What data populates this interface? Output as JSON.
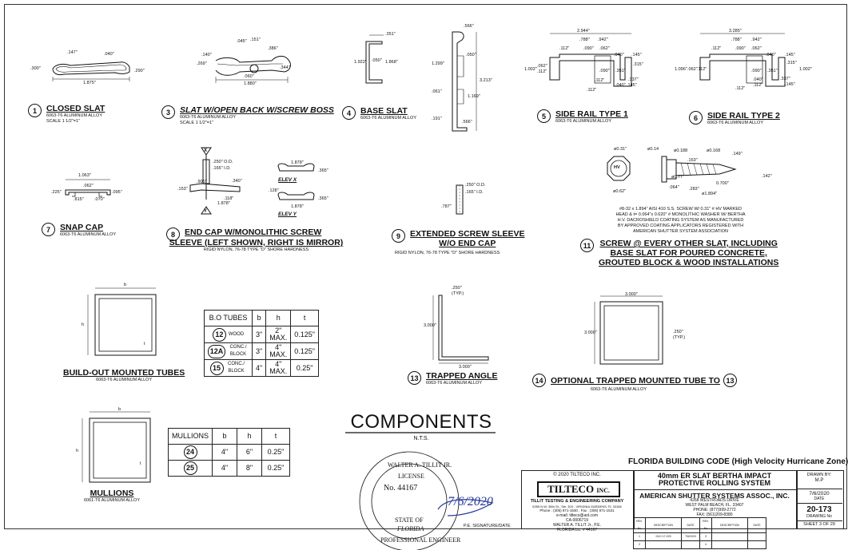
{
  "sheet": {
    "main_title": "COMPONENTS",
    "main_subtitle": "N.T.S.",
    "code_header": "FLORIDA BUILDING CODE (High Velocity Hurricane Zone)"
  },
  "details": {
    "d1": {
      "num": "1",
      "title": "CLOSED SLAT",
      "sub1": "6063-T6 ALUMINUM ALLOY",
      "sub2": "SCALE 1 1/2\"=1\"",
      "dims": [
        ".147\"",
        ".040\"",
        ".300\"",
        ".290\"",
        "1.875\""
      ]
    },
    "d3": {
      "num": "3",
      "title": "SLAT W/OPEN BACK W/SCREW BOSS",
      "sub1": "6063-T6 ALUMINUM ALLOY",
      "sub2": "SCALE 1 1/2\"=1\"",
      "dims": [
        ".045\"",
        ".151\"",
        ".140\"",
        ".386\"",
        ".269\"",
        ".344\"",
        ".060\"",
        "1.880\""
      ]
    },
    "d4": {
      "num": "4",
      "title": "BASE SLAT",
      "sub1": "6063-T6 ALUMINUM ALLOY",
      "dims": [
        ".351\"",
        "1.922\"",
        ".050\"",
        "1.868\"",
        ".566\"",
        ".050\"",
        "1.299\"",
        "3.213\"",
        ".061\"",
        "1.169\"",
        ".191\"",
        ".566\""
      ]
    },
    "d5": {
      "num": "5",
      "title": "SIDE RAIL TYPE 1",
      "sub1": "6063-T6 ALUMINUM ALLOY",
      "dims": [
        "2.944\"",
        ".788\"",
        ".942\"",
        ".112\"",
        ".090\"",
        ".062\"",
        ".040\"",
        ".145\"",
        "1.002\"",
        ".062\"",
        ".112\"",
        ".315\"",
        ".090\"",
        ".351\"",
        ".337\"",
        ".112\"",
        ".040\"",
        ".145\"",
        ".112\""
      ]
    },
    "d6": {
      "num": "6",
      "title": "SIDE RAIL TYPE 2",
      "sub1": "6063-T6 ALUMINUM ALLOY",
      "dims": [
        "3.285\"",
        ".788\"",
        ".942\"",
        ".112\"",
        ".090\"",
        ".062\"",
        ".040\"",
        ".145\"",
        "1.096\"",
        ".062\"",
        ".112\"",
        ".315\"",
        ".090\"",
        ".351\"",
        "1.002\"",
        ".337\"",
        ".040\"",
        ".145\"",
        ".112\"",
        ".112\""
      ]
    },
    "d7": {
      "num": "7",
      "title": "SNAP CAP",
      "sub1": "6063-T6 ALUMINUM ALLOY",
      "dims": [
        "1.063\"",
        ".062\"",
        ".225\"",
        ".095\"",
        ".815\"",
        ".070\""
      ]
    },
    "d8": {
      "num": "8",
      "title": "END CAP W/MONOLITHIC SCREW",
      "title2": "SLEEVE (LEFT SHOWN, RIGHT IS MIRROR)",
      "sub1": "RIGID NYLON, 76-78 TYPE \"D\" SHORE HARDNESS",
      "dims": [
        ".250\" O.D.",
        ".165\" I.D.",
        ".153\"",
        ".906\"",
        ".340\"",
        ".118\"",
        "1.878\"",
        "1.878\"",
        ".365\"",
        ".128\"",
        ".365\"",
        "1.878\""
      ],
      "elev_x": "ELEV X",
      "elev_y": "ELEV Y",
      "mark_x": "X",
      "mark_y": "Y"
    },
    "d9": {
      "num": "9",
      "title": "EXTENDED SCREW SLEEVE",
      "title2": "W/O END CAP",
      "sub1": "RIGID NYLON, 76-78 TYPE \"D\" SHORE HARDNESS",
      "dims": [
        ".250\" O.D.",
        ".165\" I.D.",
        ".787\""
      ]
    },
    "d11": {
      "num": "11",
      "title": "SCREW @ EVERY OTHER SLAT, INCLUDING",
      "title2": "BASE SLAT FOR POURED CONCRETE,",
      "title3": "GROUTED BLOCK & WOOD INSTALLATIONS",
      "note": [
        "#8-32 x 1.894\" AISI 410 S.S. SCREW W/ 0.31\" # HV MARKED",
        "HEAD & t= 0.064\"x 0.620\" # MONOLITHIC WASHER W/ BERTHA",
        "H.V. DACROSHIELD COATING SYSTEM AS MANUFACTURED",
        "BY APPROVED COATING APPLICATORS REGISTERED WITH",
        "AMERICAN SHUTTER SYSTEM ASSOCIATION"
      ],
      "dims": [
        "ø0.31\"",
        "ø0.14",
        "ø0.188",
        "ø0.168",
        ".149\"",
        ".163\"",
        "ø0.77\"",
        "0.700\"",
        ".142\"",
        ".064\"",
        ".283\"",
        "ø0.62\"",
        "ø1.894\""
      ],
      "hv": "HV"
    },
    "d12": {
      "title": "BUILD-OUT MOUNTED TUBES",
      "sub1": "6063-T6 ALUMINUM ALLOY",
      "dims": [
        "b",
        "h",
        "t"
      ]
    },
    "d13": {
      "num": "13",
      "title": "TRAPPED ANGLE",
      "sub1": "6063-T6 ALUMINUM ALLOY",
      "dims": [
        ".250\"",
        "(TYP.)",
        "3.000\"",
        "3.000\""
      ]
    },
    "d14": {
      "num": "14",
      "title": "OPTIONAL TRAPPED MOUNTED TUBE TO",
      "ref": "13",
      "sub1": "6063-T6 ALUMINUM ALLOY",
      "dims": [
        "3.000\"",
        "3.000\"",
        ".250\"",
        "(TYP.)"
      ]
    },
    "d24": {
      "title": "MULLIONS",
      "sub1": "6061-T6 ALUMINUM ALLOY",
      "dims": [
        "b",
        "h",
        "t"
      ]
    }
  },
  "tubes_table": {
    "headers": [
      "B.O TUBES",
      "b",
      "h",
      "t"
    ],
    "rows": [
      {
        "num": "12",
        "label": "WOOD",
        "b": "3\"",
        "h": "2\" MAX.",
        "t": "0.125\""
      },
      {
        "num": "12A",
        "label": "CONC./ BLOCK",
        "b": "3\"",
        "h": "4\" MAX.",
        "t": "0.125\""
      },
      {
        "num": "15",
        "label": "CONC./ BLOCK",
        "b": "4\"",
        "h": "4\" MAX.",
        "t": "0.25\""
      }
    ]
  },
  "mullions_table": {
    "headers": [
      "MULLIONS",
      "b",
      "h",
      "t"
    ],
    "rows": [
      {
        "num": "24",
        "b": "4\"",
        "h": "6\"",
        "t": "0.25\""
      },
      {
        "num": "25",
        "b": "4\"",
        "h": "8\"",
        "t": "0.25\""
      }
    ]
  },
  "title_block": {
    "copyright": "© 2020 TILTECO INC.",
    "logo": "TILTECO",
    "logo_inc": "INC.",
    "company": "TILLIT TESTING & ENGINEERING COMPANY",
    "address": "6355 N.W. 36th St., Ste. 303 - VIRGINIA GARDENS, FL 33166",
    "phone": "Phone : (305) 871-1530 , Fax : (305) 871-1531",
    "email": "e-mail: tilteco@aol.com",
    "ca": "CA-0006719",
    "engineer": "WALTER A. TILLIT Jr., P.E.",
    "license": "FLORIDA Lic. # 44167",
    "signature_label": "P.E. SIGNATURE/DATE",
    "project1": "40mm ER SLAT BERTHA IMPACT",
    "project2": "PROTECTIVE ROLLING SYSTEM",
    "client": "AMERICAN SHUTTER SYSTEMS ASSOC., INC.",
    "client_addr1": "4268 WESTROADS DRIVE",
    "client_addr2": "WEST PALM BEACH, FL. 33407",
    "client_phone": "PHONE: (877)999-2772",
    "client_fax": "FAX: (561)209-8380",
    "drawn_by_label": "DRAWN BY:",
    "drawn_by": "M.P",
    "date": "7/6/2020",
    "date_label": "DATE",
    "drawing_no": "20-173",
    "drawing_no_label": "DRAWING No",
    "sheet": "SHEET 3 OF 29",
    "rev_headers": [
      "REV. No",
      "DESCRIPTION",
      "DATE",
      "REV. No",
      "DESCRIPTION",
      "DATE"
    ],
    "rev_rows": [
      [
        "1",
        "OLD 17-225",
        "7/6/2020",
        "3",
        "",
        ""
      ],
      [
        "2",
        "",
        "",
        "4",
        "",
        ""
      ]
    ]
  },
  "seal": {
    "outer_text": "WALTER A. TILLIT JR.",
    "licensed": "LICENSE",
    "number": "No. 44167",
    "state": "STATE OF",
    "florida": "FLORIDA",
    "bottom": "PROFESSIONAL ENGINEER",
    "signature_date": "7/6/2020"
  }
}
